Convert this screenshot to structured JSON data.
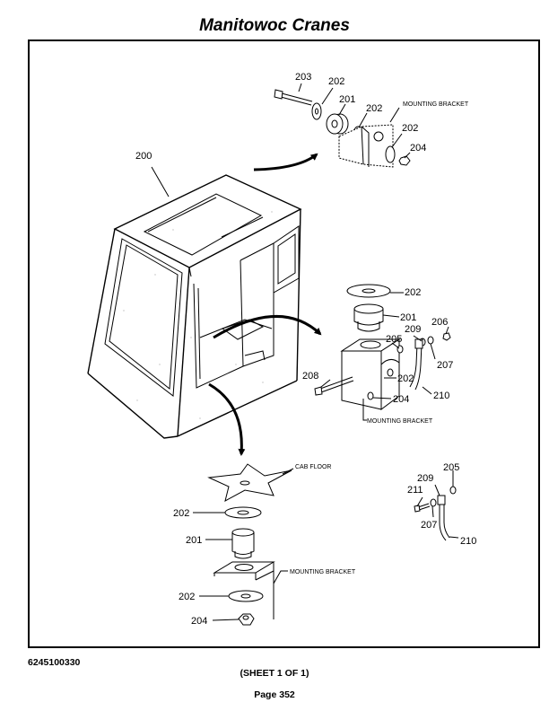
{
  "header": {
    "title": "Manitowoc Cranes"
  },
  "footer": {
    "doc_number": "6245100330",
    "sheet": "(SHEET 1 OF 1)",
    "page": "Page 352"
  },
  "callouts": {
    "c200": "200",
    "c201": "201",
    "c202": "202",
    "c203": "203",
    "c204": "204",
    "c205": "205",
    "c206": "206",
    "c207": "207",
    "c208": "208",
    "c209": "209",
    "c210": "210",
    "c211": "211"
  },
  "notes": {
    "mounting_bracket": "MOUNTING BRACKET",
    "cab_floor": "CAB FLOOR"
  }
}
